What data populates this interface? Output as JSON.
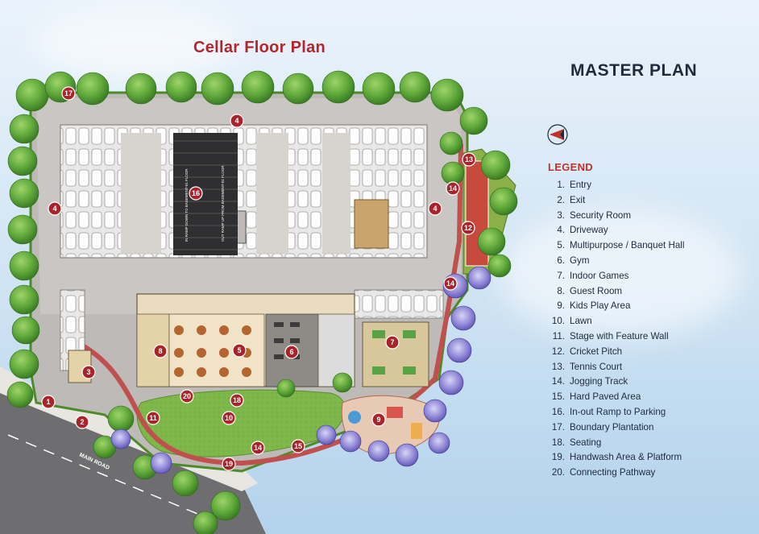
{
  "cellar_title": "Cellar Floor Plan",
  "master_title": "MASTER PLAN",
  "compass_icon": "compass-arrow",
  "legend": {
    "heading": "LEGEND",
    "items": [
      {
        "num": "1.",
        "label": "Entry"
      },
      {
        "num": "2.",
        "label": "Exit"
      },
      {
        "num": "3.",
        "label": "Security Room"
      },
      {
        "num": "4.",
        "label": "Driveway"
      },
      {
        "num": "5.",
        "label": "Multipurpose / Banquet Hall"
      },
      {
        "num": "6.",
        "label": "Gym"
      },
      {
        "num": "7.",
        "label": "Indoor Games"
      },
      {
        "num": "8.",
        "label": "Guest Room"
      },
      {
        "num": "9.",
        "label": "Kids Play Area"
      },
      {
        "num": "10.",
        "label": "Lawn"
      },
      {
        "num": "11.",
        "label": "Stage with Feature Wall"
      },
      {
        "num": "12.",
        "label": "Cricket Pitch"
      },
      {
        "num": "13.",
        "label": "Tennis Court"
      },
      {
        "num": "14.",
        "label": "Jogging Track"
      },
      {
        "num": "15.",
        "label": "Hard Paved Area"
      },
      {
        "num": "16.",
        "label": "In-out Ramp to Parking"
      },
      {
        "num": "17.",
        "label": "Boundary Plantation"
      },
      {
        "num": "18.",
        "label": "Seating"
      },
      {
        "num": "19.",
        "label": "Handwash Area & Platform"
      },
      {
        "num": "20.",
        "label": "Connecting Pathway"
      }
    ]
  },
  "road_label": "MAIN ROAD",
  "ramp_label_down": "IN RAMP DOWN TO BASEMENT-01 FLOOR",
  "ramp_label_up": "OUT RAMP UP FROM BASEMENT-01 FLOOR",
  "markers": [
    "1",
    "2",
    "3",
    "4",
    "4",
    "4",
    "4",
    "5",
    "6",
    "7",
    "8",
    "9",
    "10",
    "11",
    "12",
    "13",
    "14",
    "14",
    "14",
    "14",
    "15",
    "16",
    "17",
    "18",
    "19",
    "20"
  ],
  "colors": {
    "marker": "#a9232b",
    "title_red": "#b3262d",
    "title_dark": "#1f2a3d",
    "tree": "#5fa83a",
    "paving": "#b9b6b4",
    "road": "#6e6e70"
  }
}
